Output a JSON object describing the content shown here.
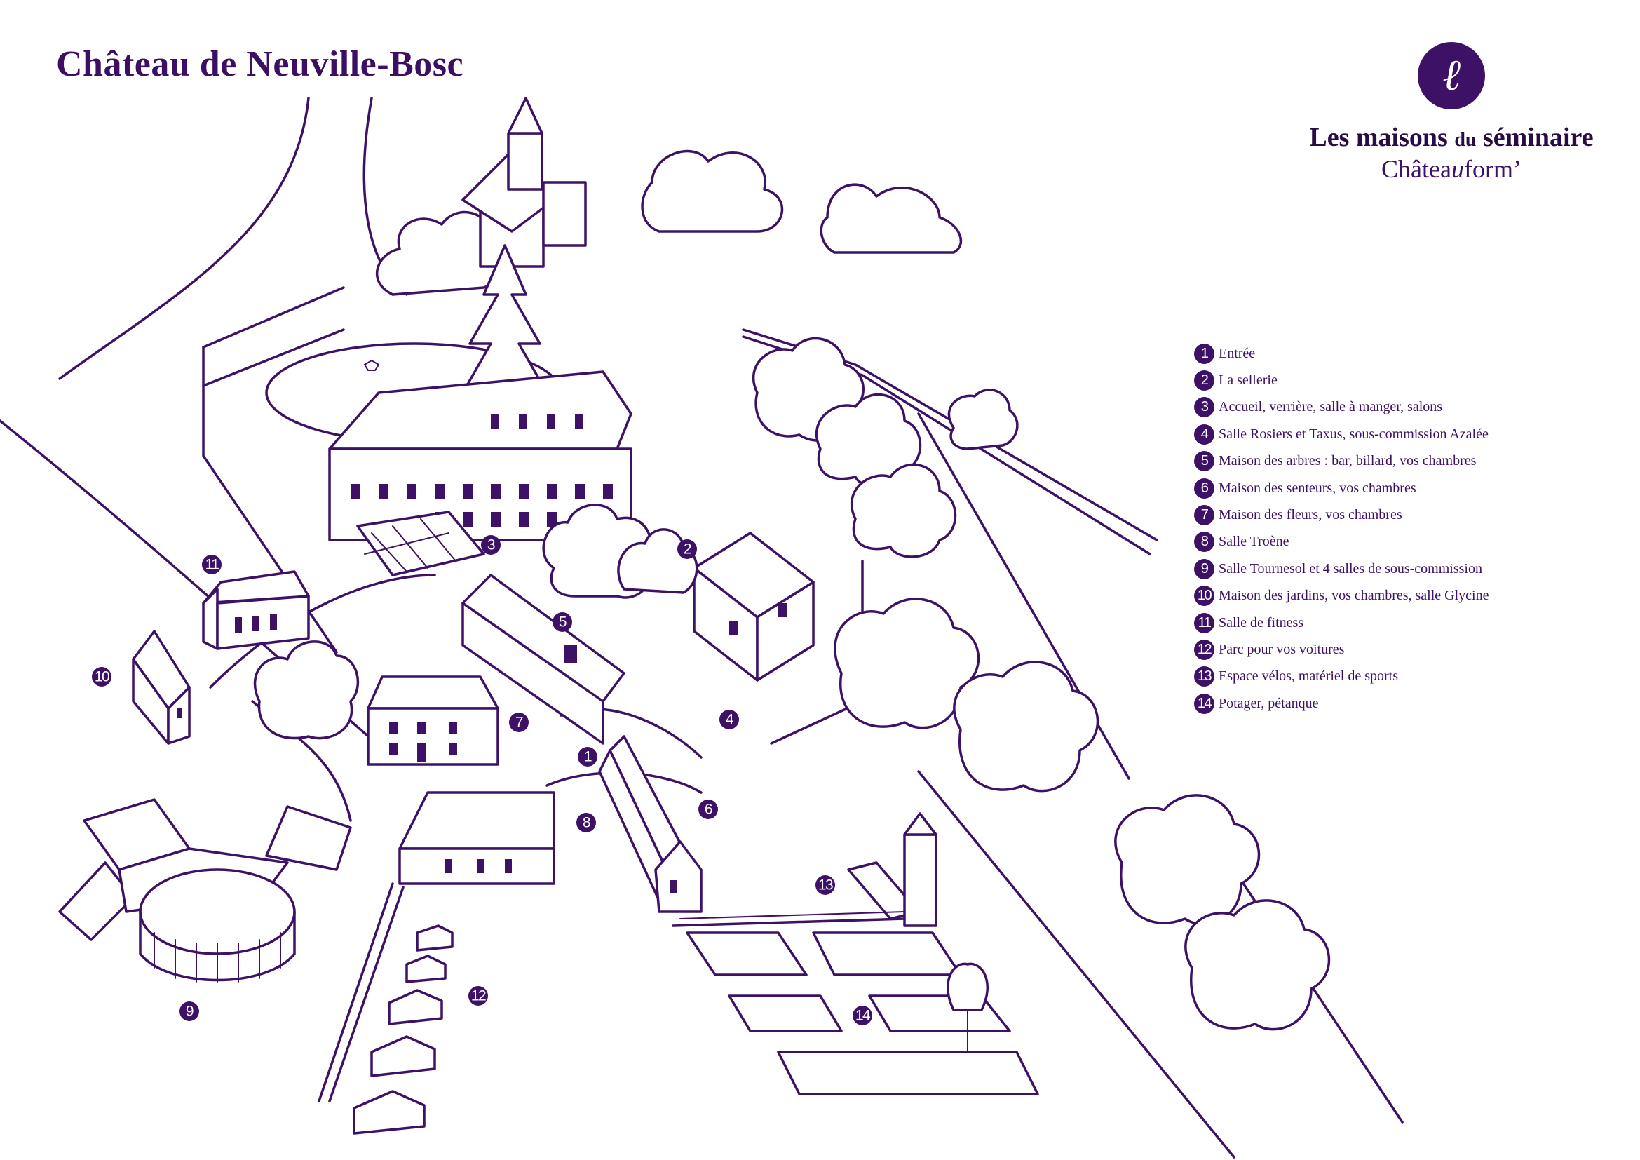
{
  "title": "Château de Neuville-Bosc",
  "brand": {
    "logo_glyph": "ℓ",
    "line1_part1": "Les maisons ",
    "line1_small": "du",
    "line1_part2": " séminaire",
    "line2_part1": "Châtea",
    "line2_italic": "u",
    "line2_part2": "form’"
  },
  "colors": {
    "ink": "#3d1266",
    "background": "#ffffff"
  },
  "legend": [
    {
      "num": "1",
      "label": "Entrée"
    },
    {
      "num": "2",
      "label": "La sellerie"
    },
    {
      "num": "3",
      "label": "Accueil, verrière, salle à manger, salons"
    },
    {
      "num": "4",
      "label": "Salle Rosiers et Taxus, sous-commission Azalée"
    },
    {
      "num": "5",
      "label": "Maison des arbres : bar, billard, vos chambres"
    },
    {
      "num": "6",
      "label": "Maison des senteurs, vos chambres"
    },
    {
      "num": "7",
      "label": "Maison des fleurs, vos chambres"
    },
    {
      "num": "8",
      "label": "Salle Troène"
    },
    {
      "num": "9",
      "label": "Salle Tournesol et 4 salles de sous-commission"
    },
    {
      "num": "10",
      "label": "Maison des jardins, vos chambres, salle Glycine"
    },
    {
      "num": "11",
      "label": "Salle de fitness"
    },
    {
      "num": "12",
      "label": "Parc pour vos voitures"
    },
    {
      "num": "13",
      "label": "Espace vélos, matériel de sports"
    },
    {
      "num": "14",
      "label": "Potager, pétanque"
    }
  ],
  "map_markers": [
    {
      "num": "1",
      "name": "entree"
    },
    {
      "num": "2",
      "name": "sellerie"
    },
    {
      "num": "3",
      "name": "accueil"
    },
    {
      "num": "4",
      "name": "salle-rosiers-taxus"
    },
    {
      "num": "5",
      "name": "maison-des-arbres"
    },
    {
      "num": "6",
      "name": "maison-des-senteurs"
    },
    {
      "num": "7",
      "name": "maison-des-fleurs"
    },
    {
      "num": "8",
      "name": "salle-troene"
    },
    {
      "num": "9",
      "name": "salle-tournesol"
    },
    {
      "num": "10",
      "name": "maison-des-jardins"
    },
    {
      "num": "11",
      "name": "salle-de-fitness"
    },
    {
      "num": "12",
      "name": "parc-voitures"
    },
    {
      "num": "13",
      "name": "espace-velos"
    },
    {
      "num": "14",
      "name": "potager-petanque"
    }
  ]
}
